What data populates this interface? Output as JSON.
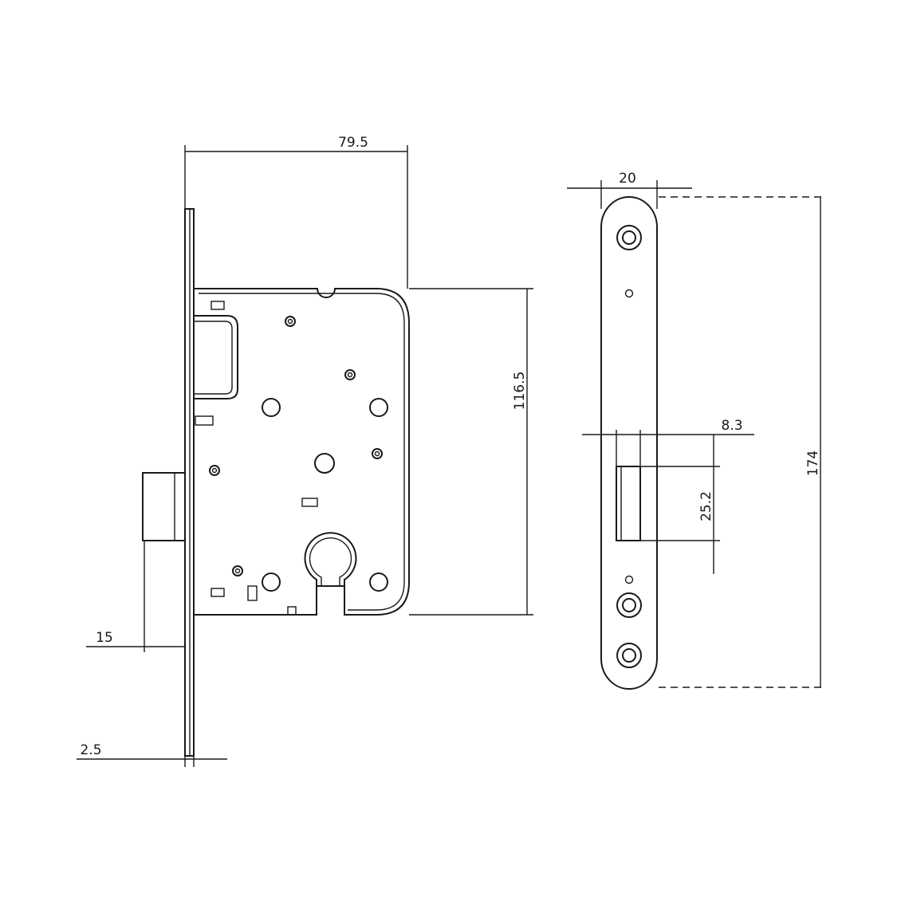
{
  "dimensions": {
    "case_width": "79.5",
    "case_height": "116.5",
    "latch_projection": "15",
    "faceplate_thickness": "2.5",
    "faceplate_width": "20",
    "faceplate_height": "174",
    "strike_slot_width": "8.3",
    "strike_slot_height": "25.2"
  }
}
